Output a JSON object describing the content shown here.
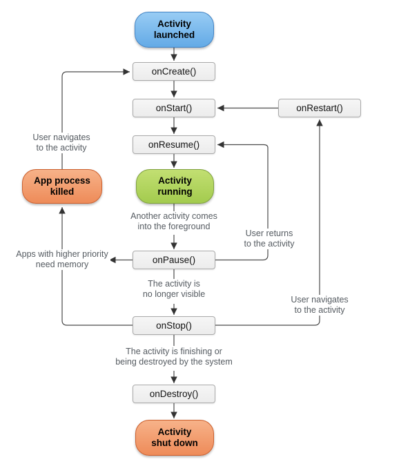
{
  "nodes": {
    "activity_launched": "Activity\nlaunched",
    "on_create": "onCreate()",
    "on_start": "onStart()",
    "on_restart": "onRestart()",
    "on_resume": "onResume()",
    "activity_running": "Activity\nrunning",
    "app_process_killed": "App process\nkilled",
    "on_pause": "onPause()",
    "on_stop": "onStop()",
    "on_destroy": "onDestroy()",
    "activity_shut_down": "Activity\nshut down"
  },
  "annotations": {
    "user_navigates_left": "User navigates\nto the activity",
    "another_activity_foreground": "Another activity comes\ninto the foreground",
    "user_returns": "User returns\nto the activity",
    "apps_higher_priority": "Apps with higher priority\nneed memory",
    "no_longer_visible": "The activity is\nno longer visible",
    "user_navigates_right": "User navigates\nto the activity",
    "activity_finishing": "The activity is finishing or\nbeing destroyed by the system"
  },
  "colors": {
    "blue_top": "#98ccf4",
    "blue_bottom": "#63aae6",
    "blue_border": "#4283c4",
    "green_top": "#c2df72",
    "green_bottom": "#a3cb4e",
    "green_border": "#7ea13e",
    "orange_top": "#f7b289",
    "orange_bottom": "#ee8b59",
    "orange_border": "#cc5f2d",
    "gray_fill": "#f0f0f0",
    "gray_border": "#a9a9a9",
    "line": "#4a4a4a",
    "annotation_text": "#555b61"
  }
}
